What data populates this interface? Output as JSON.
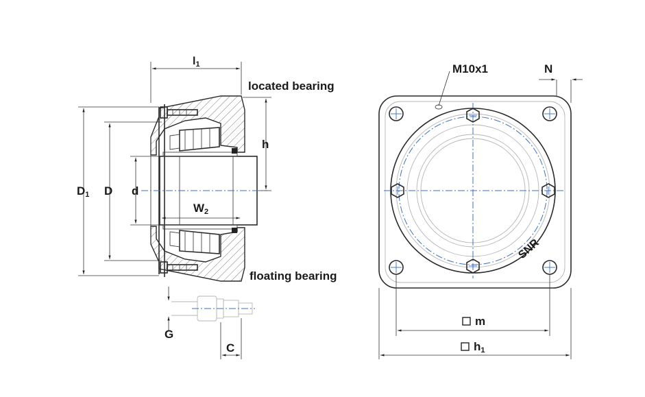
{
  "labels": {
    "l1": {
      "main": "l",
      "sub": "1"
    },
    "located": "located bearing",
    "floating": "floating bearing",
    "h": "h",
    "D1": {
      "main": "D",
      "sub": "1"
    },
    "D": "D",
    "d": "d",
    "W2": {
      "main": "W",
      "sub": "2"
    },
    "G": "G",
    "C": "C",
    "M10x1": "M10x1",
    "N": "N",
    "m": "m",
    "h1": {
      "main": "h",
      "sub": "1"
    },
    "brand": "SNR"
  },
  "colors": {
    "line": "#2a2a2a",
    "centerline": "#3a6fc4",
    "ghost": "#b5b5b5"
  },
  "icons": {
    "square_symbol": "square-icon"
  }
}
